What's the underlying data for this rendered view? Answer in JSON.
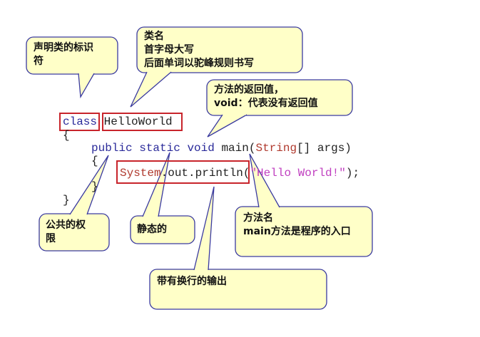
{
  "code": {
    "kw_class": "class",
    "class_name": "HelloWorld",
    "open_brace": "{",
    "kw_public": "public",
    "kw_static": "static",
    "kw_void": "void",
    "method_name": "main(",
    "string_type": "String",
    "params_rest": "[] args)",
    "inner_open": "{",
    "system": "System",
    "out_println": ".out.println(",
    "string_literal": "\"Hello World!\"",
    "end_stmt": ");",
    "inner_close": "}",
    "close_brace": "}"
  },
  "callouts": {
    "class_keyword": [
      "声明类的标识",
      "符"
    ],
    "class_name": [
      "类名",
      "首字母大写",
      "后面单词以驼峰规则书写"
    ],
    "return_value": [
      "方法的返回值，",
      "void：代表没有返回值"
    ],
    "public": [
      "公共的权",
      "限"
    ],
    "static": [
      "静态的"
    ],
    "method_name": [
      "方法名",
      "main方法是程序的入口"
    ],
    "println": [
      "带有换行的输出"
    ]
  },
  "colors": {
    "callout_fill": "#ffffc8",
    "callout_stroke": "#3a3aa0",
    "highlight": "#c8242b"
  }
}
